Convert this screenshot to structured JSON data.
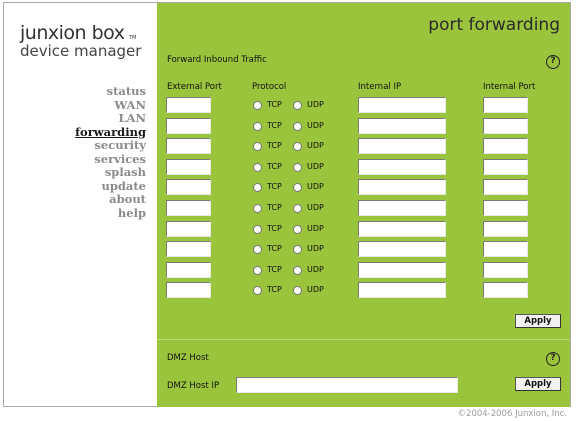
{
  "brand": {
    "name": "junxion box",
    "tm": "TM",
    "subtitle": "device manager"
  },
  "nav": {
    "items": [
      {
        "label": "status",
        "active": false
      },
      {
        "label": "WAN",
        "active": false
      },
      {
        "label": "LAN",
        "active": false
      },
      {
        "label": "forwarding",
        "active": true
      },
      {
        "label": "security",
        "active": false
      },
      {
        "label": "services",
        "active": false
      },
      {
        "label": "splash",
        "active": false
      },
      {
        "label": "update",
        "active": false
      },
      {
        "label": "about",
        "active": false
      },
      {
        "label": "help",
        "active": false
      }
    ]
  },
  "page": {
    "title": "port forwarding"
  },
  "forward": {
    "section_title": "Forward Inbound Traffic",
    "help": "?",
    "columns": {
      "external_port": "External Port",
      "protocol": "Protocol",
      "internal_ip": "Internal IP",
      "internal_port": "Internal Port"
    },
    "tcp_label": "TCP",
    "udp_label": "UDP",
    "rows": [
      {
        "external_port": "",
        "internal_ip": "",
        "internal_port": ""
      },
      {
        "external_port": "",
        "internal_ip": "",
        "internal_port": ""
      },
      {
        "external_port": "",
        "internal_ip": "",
        "internal_port": ""
      },
      {
        "external_port": "",
        "internal_ip": "",
        "internal_port": ""
      },
      {
        "external_port": "",
        "internal_ip": "",
        "internal_port": ""
      },
      {
        "external_port": "",
        "internal_ip": "",
        "internal_port": ""
      },
      {
        "external_port": "",
        "internal_ip": "",
        "internal_port": ""
      },
      {
        "external_port": "",
        "internal_ip": "",
        "internal_port": ""
      },
      {
        "external_port": "",
        "internal_ip": "",
        "internal_port": ""
      },
      {
        "external_port": "",
        "internal_ip": "",
        "internal_port": ""
      }
    ],
    "apply_label": "Apply"
  },
  "dmz": {
    "section_title": "DMZ Host",
    "help": "?",
    "ip_label": "DMZ Host IP",
    "ip_value": "",
    "apply_label": "Apply"
  },
  "footer": {
    "copyright": "©2004-2006 Junxion, Inc."
  },
  "colors": {
    "panel": "#9ac43c",
    "nav_inactive": "#8a8a8a",
    "nav_active": "#1a1a1a"
  }
}
